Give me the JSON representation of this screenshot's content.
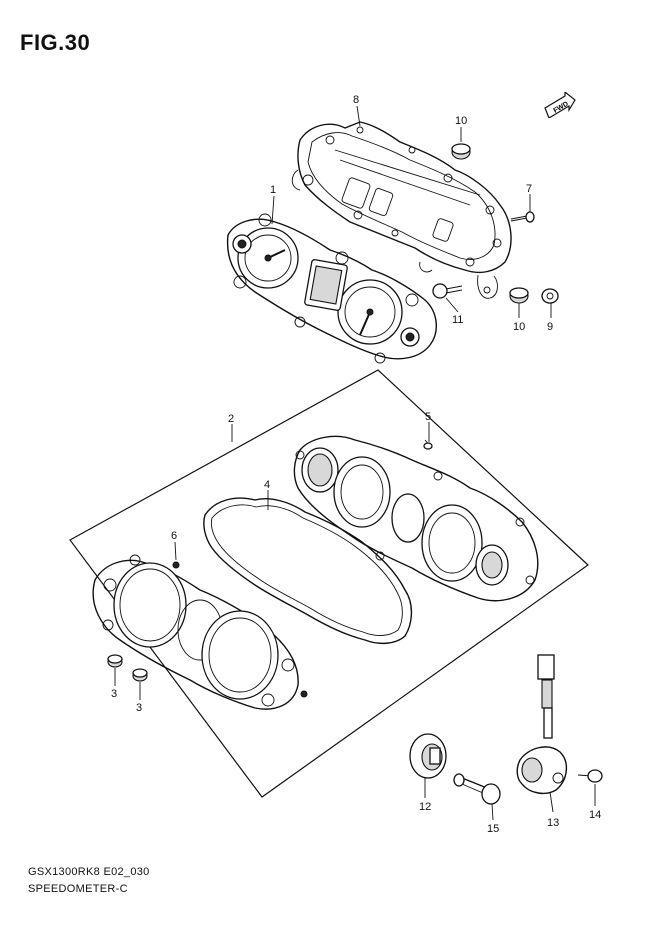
{
  "figure": {
    "title": "FIG.30",
    "fwd_label": "FWD"
  },
  "callouts": [
    {
      "id": "1",
      "label": "1"
    },
    {
      "id": "2",
      "label": "2"
    },
    {
      "id": "3a",
      "label": "3"
    },
    {
      "id": "3b",
      "label": "3"
    },
    {
      "id": "4",
      "label": "4"
    },
    {
      "id": "5",
      "label": "5"
    },
    {
      "id": "6",
      "label": "6"
    },
    {
      "id": "7",
      "label": "7"
    },
    {
      "id": "8",
      "label": "8"
    },
    {
      "id": "9",
      "label": "9"
    },
    {
      "id": "10a",
      "label": "10"
    },
    {
      "id": "10b",
      "label": "10"
    },
    {
      "id": "11",
      "label": "11"
    },
    {
      "id": "12",
      "label": "12"
    },
    {
      "id": "13",
      "label": "13"
    },
    {
      "id": "14",
      "label": "14"
    },
    {
      "id": "15",
      "label": "15"
    }
  ],
  "caption": {
    "model_code": "GSX1300RK8 E02_030",
    "section_name": "SPEEDOMETER-C"
  }
}
